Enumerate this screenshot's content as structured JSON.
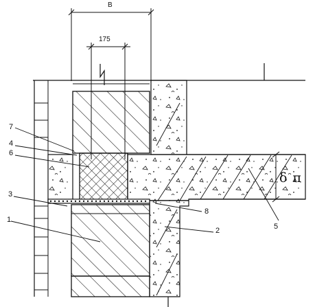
{
  "dimensions": {
    "b_label": "B",
    "width_label": "175",
    "thickness_label": "δ п"
  },
  "callouts": [
    {
      "id": "1",
      "text": "1"
    },
    {
      "id": "2",
      "text": "2"
    },
    {
      "id": "3",
      "text": "3"
    },
    {
      "id": "4",
      "text": "4"
    },
    {
      "id": "5",
      "text": "5"
    },
    {
      "id": "6",
      "text": "6"
    },
    {
      "id": "7",
      "text": "7"
    },
    {
      "id": "8",
      "text": "8"
    }
  ],
  "colors": {
    "ink": "#111111",
    "paper": "#ffffff"
  }
}
